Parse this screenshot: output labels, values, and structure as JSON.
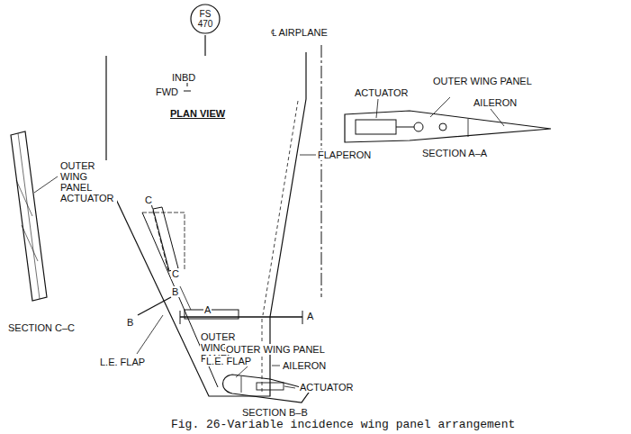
{
  "diagram": {
    "caption": "Fig. 26-Variable incidence wing panel arrangement",
    "nodes": [
      {
        "text": [
          "FS 470"
        ]
      }
    ],
    "labels": [
      "INBD",
      "FWD",
      "PLAN VIEW",
      "℄ AIRPLANE",
      "FLAPERON",
      "AILERON",
      "OUTER WING PANEL",
      "L.E. FLAP",
      "A",
      "A",
      "B",
      "B",
      "C",
      "C",
      "OUTER WING PANEL ACTUATOR",
      "SECTION C–C",
      "ACTUATOR",
      "OUTER WING PANEL",
      "AILERON",
      "SECTION A–A",
      "OUTER WING PANEL",
      "L.E. FLAP",
      "ACTUATOR",
      "SECTION B–B"
    ]
  }
}
